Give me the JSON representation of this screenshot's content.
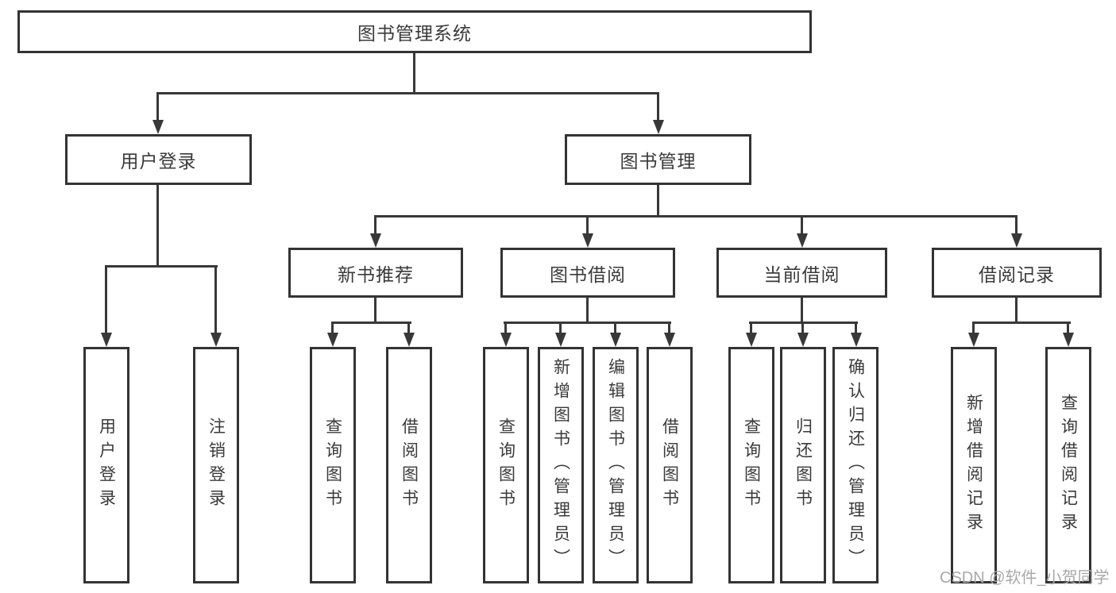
{
  "colors": {
    "line": "#383838",
    "border": "#333333",
    "text": "#3a3a3a",
    "bg": "#ffffff",
    "watermark": "#a8a8a8"
  },
  "diagram": {
    "title": "图书管理系统",
    "level2": {
      "user_login": "用户登录",
      "book_mgmt": "图书管理"
    },
    "level3": {
      "new_books": "新书推荐",
      "borrowing": "图书借阅",
      "current": "当前借阅",
      "records": "借阅记录"
    },
    "leaves": {
      "user_login": "用户登录",
      "logout": "注销登录",
      "query_book_a": "查询图书",
      "borrow_book_a": "借阅图书",
      "query_book_b": "查询图书",
      "add_book": "新增图书（管理员）",
      "edit_book": "编辑图书（管理员）",
      "borrow_book_b": "借阅图书",
      "query_book_c": "查询图书",
      "return_book": "归还图书",
      "confirm_return": "确认归还（管理员）",
      "add_record": "新增借阅记录",
      "query_record": "查询借阅记录"
    }
  },
  "watermark": {
    "text": "CSDN @软件_小贺同学"
  }
}
